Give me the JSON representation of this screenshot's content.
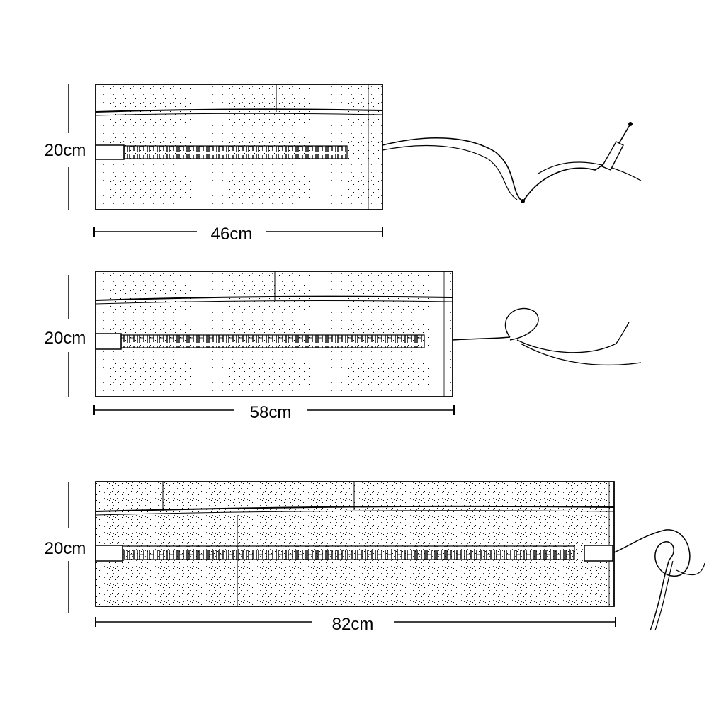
{
  "rolls": [
    {
      "id": "small",
      "height_label": "20cm",
      "width_label": "46cm"
    },
    {
      "id": "medium",
      "height_label": "20cm",
      "width_label": "58cm"
    },
    {
      "id": "large",
      "height_label": "20cm",
      "width_label": "82cm"
    }
  ],
  "colors": {
    "ink": "#000000",
    "paper": "#ffffff"
  }
}
